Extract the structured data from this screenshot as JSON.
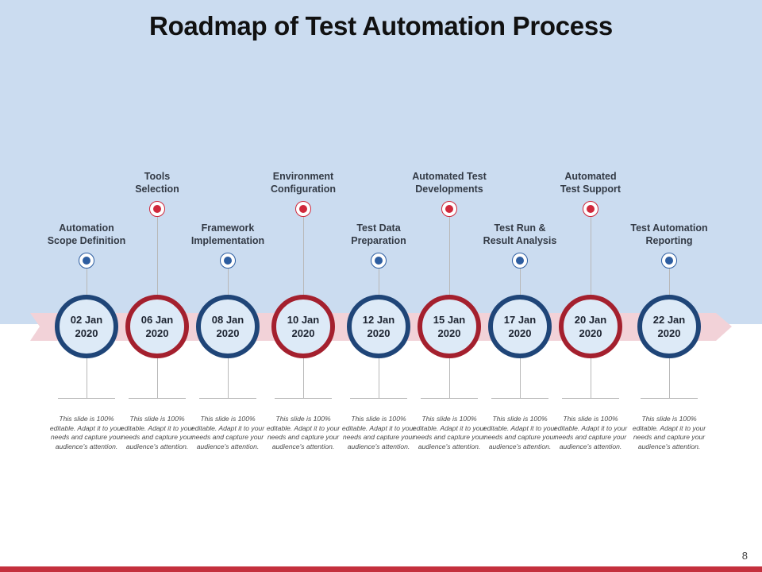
{
  "title": "Roadmap of Test Automation Process",
  "page_number": "8",
  "colors": {
    "background_top": "#cbdcf0",
    "arrow_band": "#f2d2d8",
    "blue": "#1f4578",
    "red": "#a4202e",
    "dot_blue": "#2d5da0",
    "dot_red": "#d0283b",
    "bottom_bar": "#c4303d"
  },
  "milestones": [
    {
      "date": "02 Jan\n2020",
      "label": "Automation\nScope Definition",
      "color": "blue",
      "level": "low",
      "description": "This slide is 100% editable. Adapt it to your needs and capture your audience's attention."
    },
    {
      "date": "06 Jan\n2020",
      "label": "Tools\nSelection",
      "color": "red",
      "level": "high",
      "description": "This slide is 100% editable. Adapt it to your needs and capture your audience's attention."
    },
    {
      "date": "08 Jan\n2020",
      "label": "Framework\nImplementation",
      "color": "blue",
      "level": "low",
      "description": "This slide is 100% editable. Adapt it to your needs and capture your audience's attention."
    },
    {
      "date": "10 Jan\n2020",
      "label": "Environment\nConfiguration",
      "color": "red",
      "level": "high",
      "description": "This slide is 100% editable. Adapt it to your needs and capture your audience's attention."
    },
    {
      "date": "12 Jan\n2020",
      "label": "Test Data\nPreparation",
      "color": "blue",
      "level": "low",
      "description": "This slide is 100% editable. Adapt it to your needs and capture your audience's attention."
    },
    {
      "date": "15 Jan\n2020",
      "label": "Automated Test\nDevelopments",
      "color": "red",
      "level": "high",
      "description": "This slide is 100% editable. Adapt it to your needs and capture your audience's attention."
    },
    {
      "date": "17 Jan\n2020",
      "label": "Test Run &\nResult Analysis",
      "color": "blue",
      "level": "low",
      "description": "This slide is 100% editable. Adapt it to your needs and capture your audience's attention."
    },
    {
      "date": "20 Jan\n2020",
      "label": "Automated\nTest Support",
      "color": "red",
      "level": "high",
      "description": "This slide is 100% editable. Adapt it to your needs and capture your audience's attention."
    },
    {
      "date": "22 Jan\n2020",
      "label": "Test Automation\nReporting",
      "color": "blue",
      "level": "low",
      "description": "This slide is 100% editable. Adapt it to your needs and capture your audience's attention."
    }
  ]
}
